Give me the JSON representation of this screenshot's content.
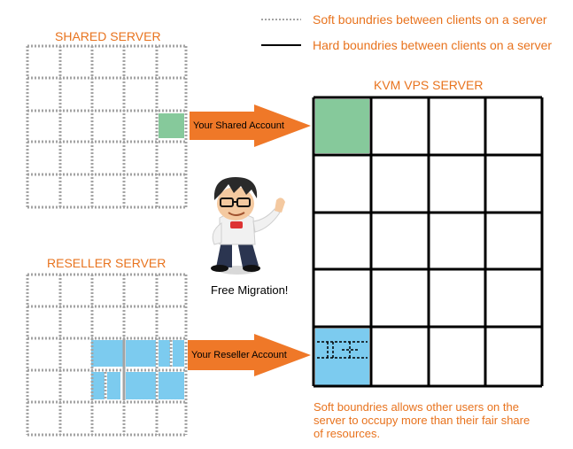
{
  "legend": {
    "soft": "Soft boundries between clients on a server",
    "hard": "Hard boundries between clients on a server"
  },
  "shared_server": {
    "title": "SHARED SERVER",
    "arrow_label": "Your Shared Account"
  },
  "reseller_server": {
    "title": "RESELLER SERVER",
    "arrow_label": "Your Reseller Account"
  },
  "kvm_server": {
    "title": "KVM VPS SERVER"
  },
  "mascot": {
    "caption": "Free Migration!"
  },
  "footnote": {
    "line1": "Soft boundries allows other users on the",
    "line2": "server to occupy more than their fair share",
    "line3": "of resources."
  },
  "colors": {
    "accent": "#e8731e",
    "shared_fill": "#86c99b",
    "reseller_fill": "#7ccbef",
    "soft_line": "#a3a3a3",
    "hard_line": "#000000"
  }
}
